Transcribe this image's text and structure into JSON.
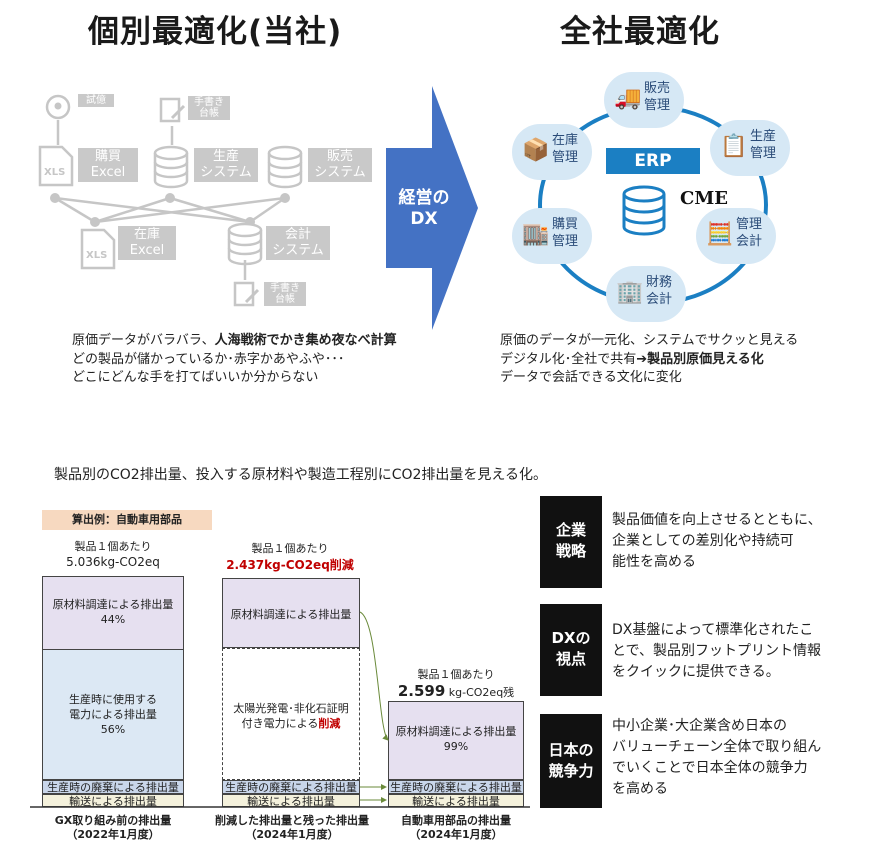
{
  "top": {
    "left_title": "個別最適化(当社)",
    "right_title": "全社最適化",
    "arrow_label": "経営の\nDX",
    "left_nodes": {
      "memo": "試億",
      "handwrite_top": "手書き\n台帳",
      "purchase": "購買\nExcel",
      "production": "生産\nシステム",
      "sales": "販売\nシステム",
      "inventory": "在庫\nExcel",
      "accounting": "会計\nシステム",
      "handwrite_bottom": "手書き\n台帳",
      "xls_label": "XLS"
    },
    "left_caption": {
      "line1_plain": "原価データがバラバラ、",
      "line1_bold": "人海戦術でかき集め夜なべ計算",
      "line2": "どの製品が儲かっているか･赤字かあやふや･･･",
      "line3": "どこにどんな手を打てばいいか分からない"
    },
    "right_nodes": {
      "erp": "ERP",
      "cme": "CME",
      "sales": "販売\n管理",
      "production": "生産\n管理",
      "accounting": "管理\n会計",
      "finance": "財務\n会計",
      "purchase": "購買\n管理",
      "inventory": "在庫\n管理"
    },
    "right_caption": {
      "line1": "原価のデータが一元化、システムでサクッと見える",
      "line2_plain": "デジタル化･全社で共有",
      "line2_arrow": "➔",
      "line2_bold": "製品別原価見える化",
      "line3": "データで会話できる文化に変化"
    }
  },
  "bottom": {
    "heading": "製品別のCO2排出量、投入する原材料や製造工程別にCO2排出量を見える化。",
    "example_tag": "算出例：自動車用部品",
    "col1": {
      "header1": "製品１個あたり",
      "header2": "5.036kg-CO2eq",
      "seg_material": "原材料調達による排出量",
      "seg_material_pct": "44%",
      "seg_power": "生産時に使用する\n電力による排出量",
      "seg_power_pct": "56%",
      "strip_waste": "生産時の廃棄による排出量",
      "strip_transport": "輸送による排出量",
      "footer": "GX取り組み前の排出量\n（2022年1月度）"
    },
    "col2": {
      "header1": "製品１個あたり",
      "header2": "2.437kg-CO2eq削減",
      "seg_material": "原材料調達による排出量",
      "seg_solar": "太陽光発電･非化石証明\n付き電力による",
      "seg_solar_red": "削減",
      "strip_waste": "生産時の廃棄による排出量",
      "strip_transport": "輸送による排出量",
      "footer": "削減した排出量と残った排出量\n（2024年1月度）"
    },
    "col3": {
      "header1": "製品１個あたり",
      "header2_num": "2.599",
      "header2_unit": "kg-CO2eq残",
      "seg_material": "原材料調達による排出量",
      "seg_material_pct": "99%",
      "strip_waste": "生産時の廃棄による排出量",
      "strip_transport": "輸送による排出量",
      "footer": "自動車用部品の排出量\n（2024年1月度）"
    },
    "side": [
      {
        "label": "企業\n戦略",
        "text": "製品価値を向上させるとともに、\n企業としての差別化や持続可\n能性を高める"
      },
      {
        "label": "DXの\n視点",
        "text": "DX基盤によって標準化されたこ\nとで、製品別フットプリント情報\nをクイックに提供できる。"
      },
      {
        "label": "日本の\n競争力",
        "text": "中小企業･大企業含め日本の\nバリューチェーン全体で取り組ん\nでいくことで日本全体の競争力\nを高める"
      }
    ],
    "chart_data": {
      "type": "bar",
      "categories": [
        "GX取り組み前の排出量（2022年1月度）",
        "削減した排出量と残った排出量（2024年1月度）",
        "自動車用部品の排出量（2024年1月度）"
      ],
      "series": [
        {
          "name": "原材料調達による排出量",
          "values": [
            44,
            null,
            99
          ]
        },
        {
          "name": "生産時に使用する電力による排出量",
          "values": [
            56,
            null,
            null
          ]
        }
      ],
      "totals_text": [
        "5.036kg-CO2eq",
        "2.437kg-CO2eq削減",
        "2.599 kg-CO2eq残"
      ]
    },
    "colors": {
      "material": "#e6e0f0",
      "power": "#dce8f4",
      "strip": "#dfe4ef",
      "tag": "#f7d9c0",
      "red": "#c00000",
      "arrow": "#4472c4"
    }
  }
}
